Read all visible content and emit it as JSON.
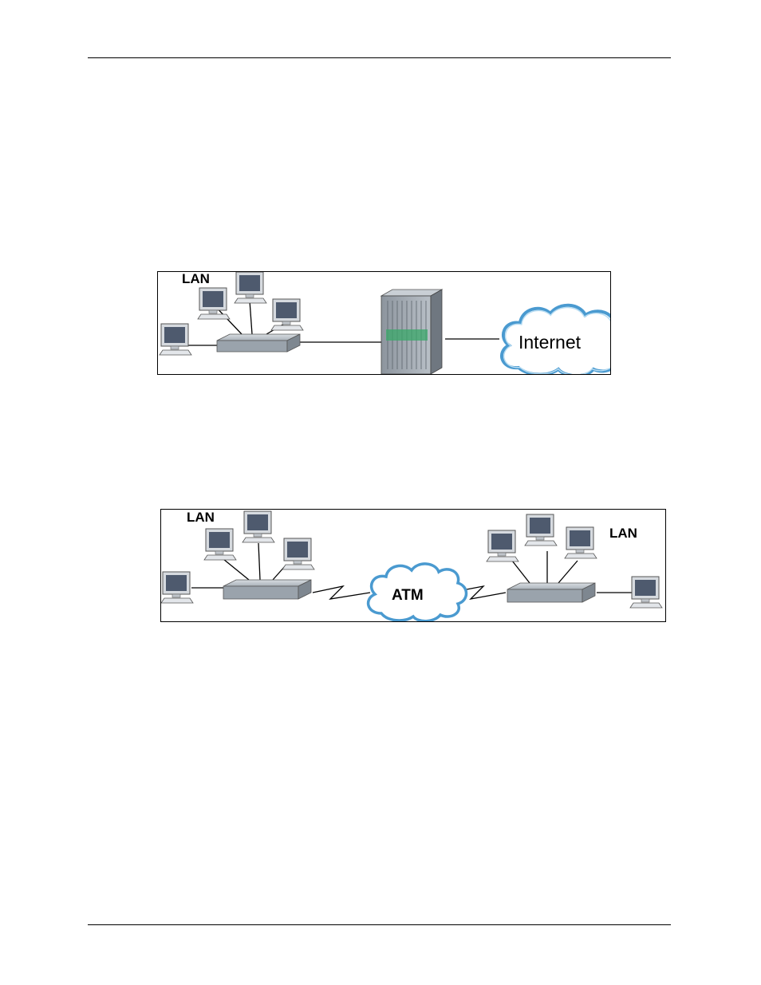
{
  "diagram_internet": {
    "lan_label": "LAN",
    "cloud_label": "Internet"
  },
  "diagram_atm": {
    "left_lan_label": "LAN",
    "right_lan_label": "LAN",
    "cloud_label": "ATM"
  },
  "colors": {
    "screen": "#4e5a6e",
    "device": "#9aa3ac",
    "rack_accent": "#3aa86a",
    "cloud_edge": "#4a9ad0"
  }
}
